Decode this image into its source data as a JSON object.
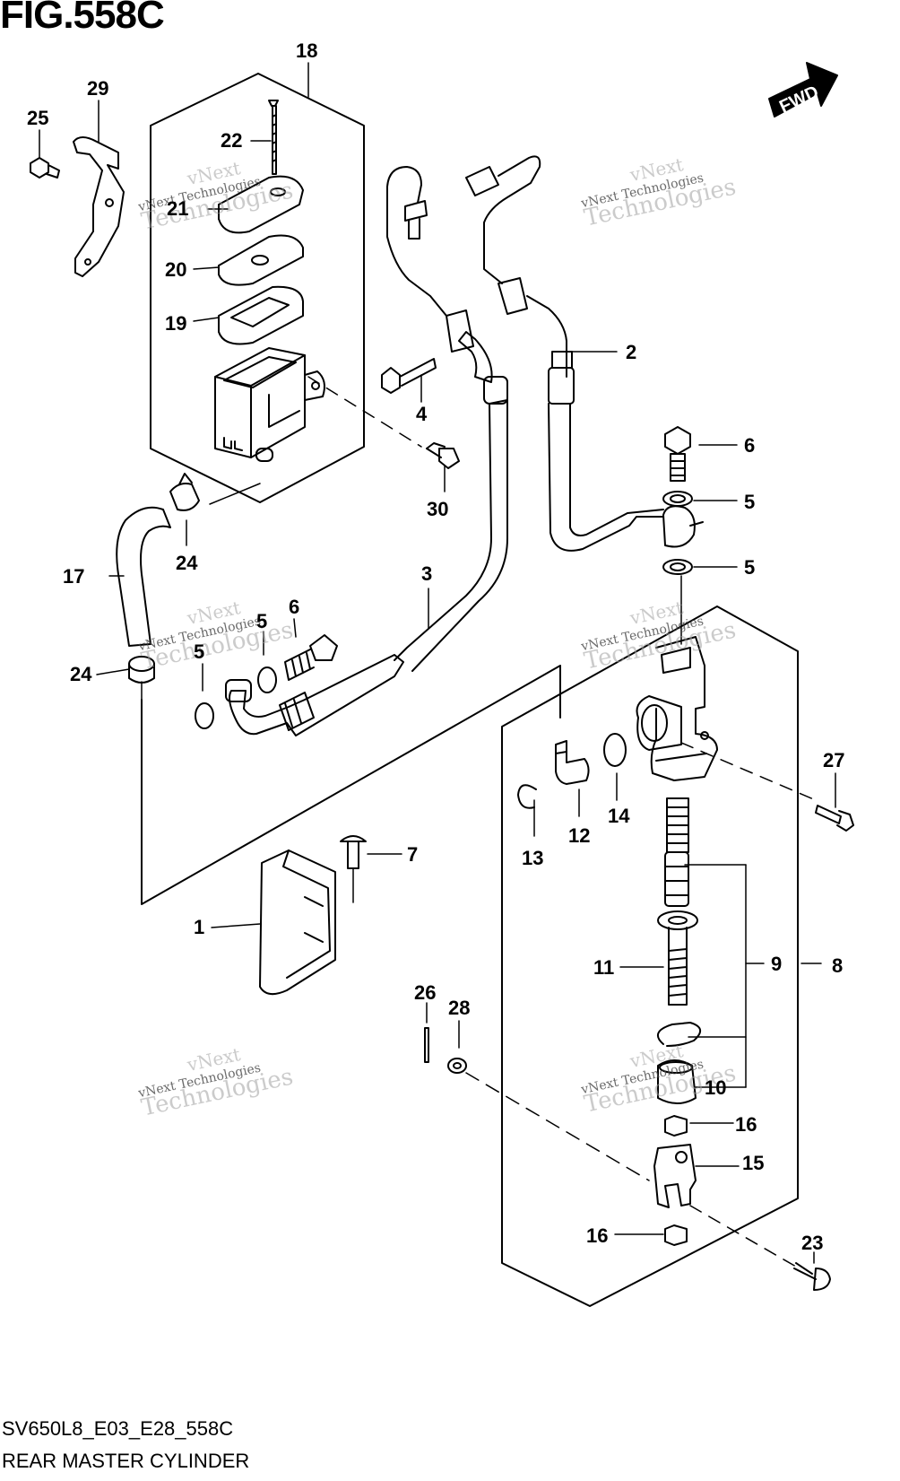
{
  "figure": {
    "title": "FIG.558C",
    "code": "SV650L8_E03_E28_558C",
    "name": "REAR MASTER CYLINDER",
    "direction_label": "FWD"
  },
  "watermark": {
    "top": "vNext",
    "middle": "vNext Technologies",
    "bottom": "Technologies"
  },
  "callouts": {
    "c1": "1",
    "c2": "2",
    "c3": "3",
    "c4": "4",
    "c5a": "5",
    "c5b": "5",
    "c5c": "5",
    "c5d": "5",
    "c6a": "6",
    "c6b": "6",
    "c7": "7",
    "c8": "8",
    "c9": "9",
    "c10": "10",
    "c11": "11",
    "c12": "12",
    "c13": "13",
    "c14": "14",
    "c15": "15",
    "c16a": "16",
    "c16b": "16",
    "c17": "17",
    "c18": "18",
    "c19": "19",
    "c20": "20",
    "c21": "21",
    "c22": "22",
    "c23": "23",
    "c24a": "24",
    "c24b": "24",
    "c25": "25",
    "c26": "26",
    "c27": "27",
    "c28": "28",
    "c29": "29",
    "c30": "30"
  }
}
